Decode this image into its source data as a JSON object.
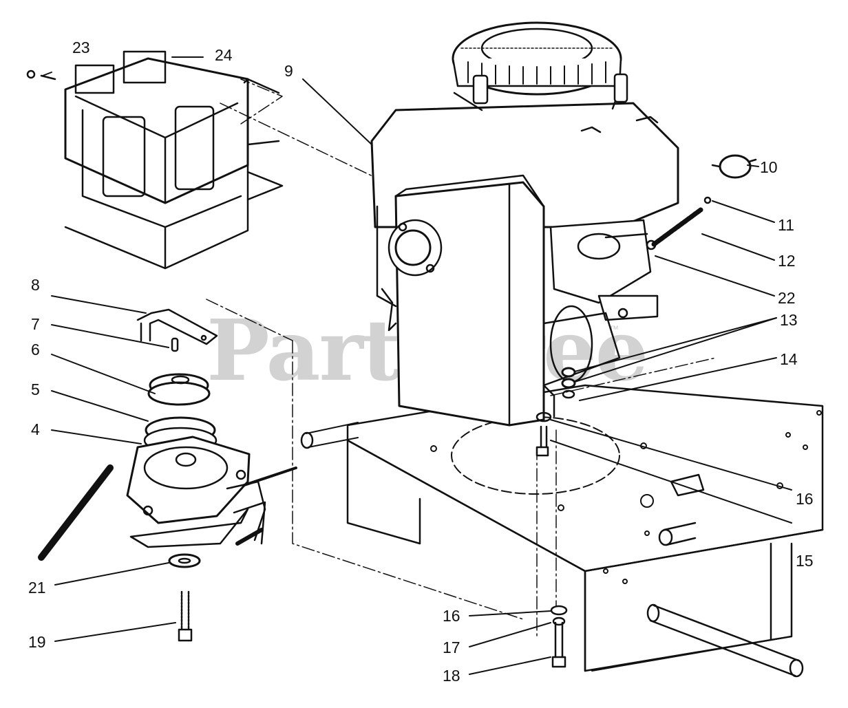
{
  "watermark": {
    "text": "PartsTree",
    "trademark": "™"
  },
  "colors": {
    "ink": "#111111",
    "watermark": "#d2d2d2",
    "background": "#ffffff"
  },
  "callouts": {
    "c23": "23",
    "c24": "24",
    "c9": "9",
    "c10": "10",
    "c11": "11",
    "c12": "12",
    "c22": "22",
    "c13": "13",
    "c14": "14",
    "c8": "8",
    "c7": "7",
    "c6": "6",
    "c5": "5",
    "c4": "4",
    "c16a": "16",
    "c15": "15",
    "c21": "21",
    "c19": "19",
    "c16b": "16",
    "c17": "17",
    "c18": "18"
  }
}
